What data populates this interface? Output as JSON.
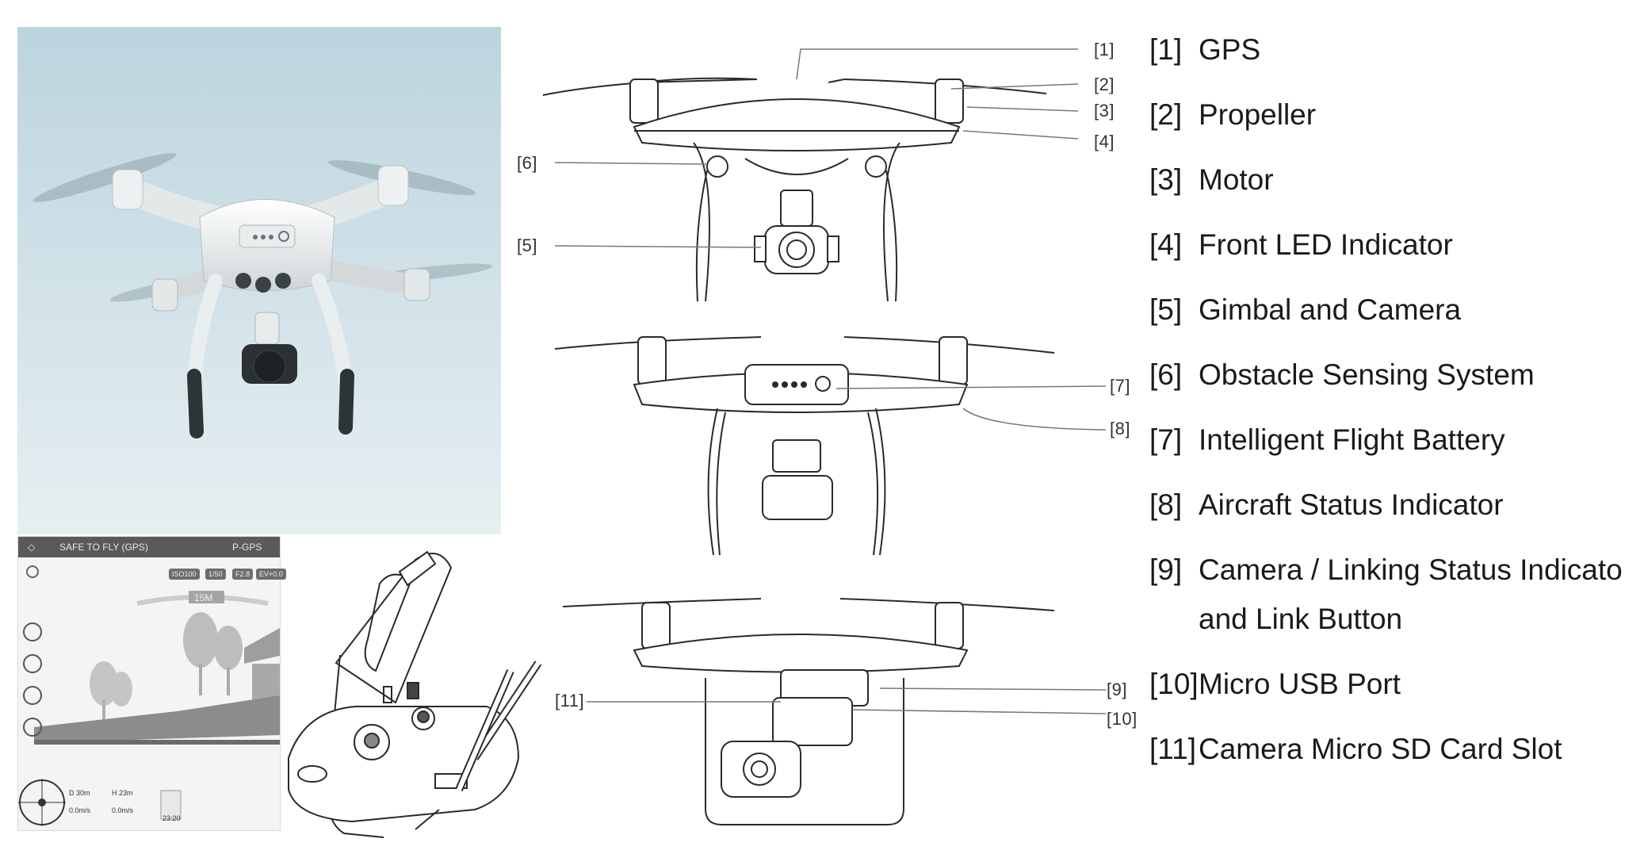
{
  "callouts": [
    "[1]",
    "[2]",
    "[3]",
    "[4]",
    "[5]",
    "[6]",
    "[7]",
    "[8]",
    "[9]",
    "[10]",
    "[11]"
  ],
  "legend": [
    {
      "num": "[1]",
      "text": "GPS"
    },
    {
      "num": "[2]",
      "text": "Propeller"
    },
    {
      "num": "[3]",
      "text": "Motor"
    },
    {
      "num": "[4]",
      "text": "Front LED Indicator"
    },
    {
      "num": "[5]",
      "text": "Gimbal and Camera"
    },
    {
      "num": "[6]",
      "text": "Obstacle Sensing System"
    },
    {
      "num": "[7]",
      "text": "Intelligent Flight Battery"
    },
    {
      "num": "[8]",
      "text": "Aircraft Status Indicator"
    },
    {
      "num": "[9]",
      "text": "Camera / Linking Status Indicato",
      "cont": "and Link Button"
    },
    {
      "num": "[10]",
      "text": "Micro USB Port"
    },
    {
      "num": "[11]",
      "text": "Camera Micro SD Card Slot"
    }
  ],
  "app": {
    "status": "SAFE TO FLY (GPS)",
    "mode": "P-GPS",
    "chips": [
      "ISO100",
      "1/50",
      "F2.8",
      "EV+0.0"
    ],
    "distance": "15M",
    "telemetry": [
      "D 30m",
      "H 23m"
    ],
    "telemetry2": [
      "0.0m/s",
      "0.0m/s"
    ],
    "battery_time": "23:20"
  },
  "colors": {
    "sky_top": "#c9dde6",
    "sky_bottom": "#e9f1f4",
    "drone_white": "#f4f6f6",
    "line": "#2a2a2a"
  }
}
